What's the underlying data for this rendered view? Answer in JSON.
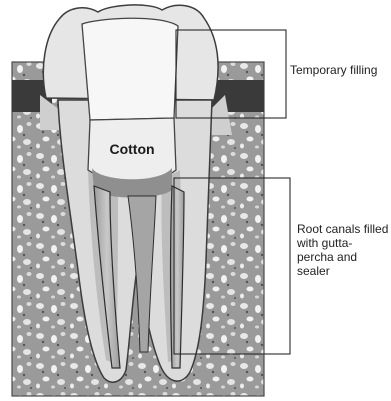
{
  "labels": {
    "cotton": "Cotton",
    "temporary_filling": "Temporary filling",
    "root_canals": "Root canals filled with gutta-percha and sealer"
  }
}
